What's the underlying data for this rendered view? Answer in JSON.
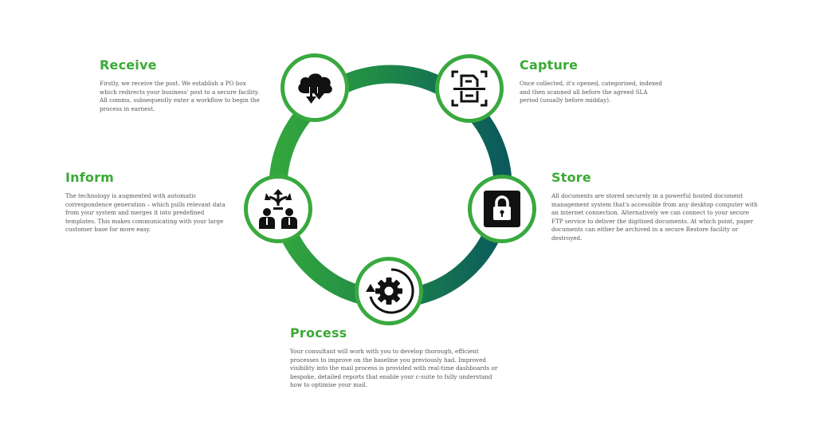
{
  "colors": {
    "accent_green": "#3aaa35",
    "node_border": "#39a93f",
    "ring_start": "#2f9f3c",
    "ring_end": "#0b5a5c",
    "body_text": "#555555",
    "icon": "#111111"
  },
  "steps": [
    {
      "id": "receive",
      "title": "Receive",
      "icon": "cloud-download-icon",
      "text": "Firstly, we receive the post. We establish a PO box which redirects your business' post to a secure facility. All comms, subsequently enter a workflow to begin the process in earnest."
    },
    {
      "id": "capture",
      "title": "Capture",
      "icon": "document-scan-icon",
      "text": "Once collected, it's opened, categorised, indexed and then scanned all before the agreed SLA period (usually before midday)."
    },
    {
      "id": "store",
      "title": "Store",
      "icon": "padlock-icon",
      "text": "All documents are stored securely in a powerful hosted document management system that's accessible from any desktop computer with an internet connection. Alternatively we can connect to your secure FTP service to deliver the digitised documents. At which point, paper documents can either be archived in a secure Restore facility or destroyed."
    },
    {
      "id": "process",
      "title": "Process",
      "icon": "gear-cycle-icon",
      "text": "Your consultant will work with you to develop thorough, efficient processes to improve on the baseline you previously had. Improved visibility into the mail process is provided with real-time dashboards or bespoke, detailed reports that enable your c-suite to fully understand how to optimise your mail."
    },
    {
      "id": "inform",
      "title": "Inform",
      "icon": "people-distribution-icon",
      "text": "The technology is augmented with automatic correspondence generation – which pulls relevant data from your system and merges it into predefined templates. This makes communicating with your large customer base for more easy."
    }
  ]
}
